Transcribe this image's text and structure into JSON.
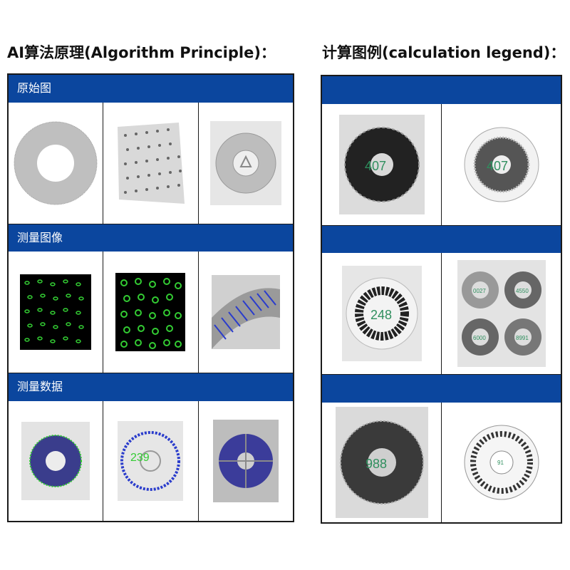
{
  "left": {
    "title": "AI算法原理(Algorithm Principle)：",
    "sections": [
      {
        "label": "原始图"
      },
      {
        "label": "测量图像"
      },
      {
        "label": "测量数据"
      }
    ],
    "overlay_counts": [
      "239"
    ]
  },
  "right": {
    "title": "计算图例(calculation legend)：",
    "counts": [
      "407",
      "407",
      "248",
      "988",
      "0027",
      "4550",
      "6000",
      "8991",
      "91"
    ]
  },
  "colors": {
    "band": "#0b469e",
    "count_text": "#2f8f5e",
    "overlay_green": "#33cc33",
    "overlay_blue": "#2a3ccc"
  }
}
